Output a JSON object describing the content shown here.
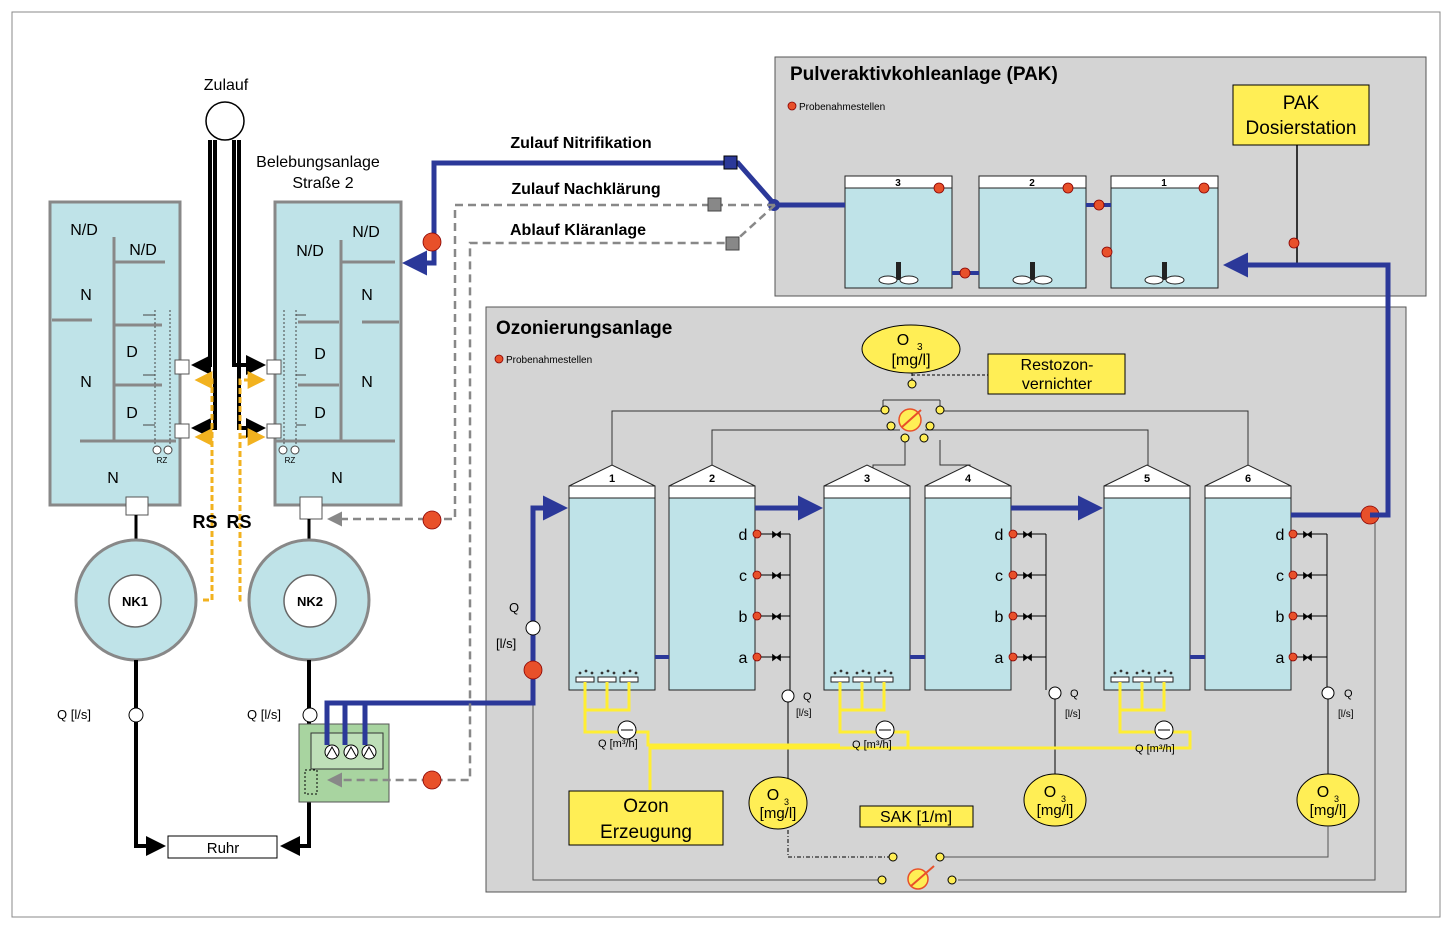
{
  "plant": {
    "zulauf": "Zulauf",
    "belebung_title": "Belebungsanlage",
    "belebung_sub": "Straße 2",
    "zone_nd": "N/D",
    "zone_n": "N",
    "zone_d": "D",
    "rz": "RZ",
    "rs": "RS",
    "nk1": "NK1",
    "nk2": "NK2",
    "q_ls": "Q [l/s]",
    "ruhr": "Ruhr"
  },
  "lines": {
    "zulauf_nitrifikation": "Zulauf Nitrifikation",
    "zulauf_nachklaerung": "Zulauf Nachklärung",
    "ablauf_klaeranlage": "Ablauf Kläranlage"
  },
  "pak": {
    "title": "Pulveraktivkohleanlage (PAK)",
    "legend": "Probenahmestellen",
    "station_line1": "PAK",
    "station_line2": "Dosierstation",
    "tanks": [
      "3",
      "2",
      "1"
    ]
  },
  "ozon": {
    "title": "Ozonierungsanlage",
    "legend": "Probenahmestellen",
    "o3": "O",
    "o3_sub": "3",
    "mgl": "[mg/l]",
    "restozon1": "Restozon-",
    "restozon2": "vernichter",
    "reactors": [
      "1",
      "2",
      "3",
      "4",
      "5",
      "6"
    ],
    "ports": [
      "d",
      "c",
      "b",
      "a"
    ],
    "q": "Q",
    "q_ls_br": "[l/s]",
    "q_ls_small": "[l/s]",
    "q_m3h": "Q [m³/h]",
    "ozon_erzeugung1": "Ozon",
    "ozon_erzeugung2": "Erzeugung",
    "sak": "SAK [1/m]"
  },
  "colors": {
    "tank_fill": "#bfe3e8",
    "panel_fill": "#d4d4d4",
    "pipe_blue": "#2b3899",
    "sample_red": "#e8502a",
    "ozone_yellow": "#ffee33",
    "rs_orange": "#f2b21f"
  }
}
